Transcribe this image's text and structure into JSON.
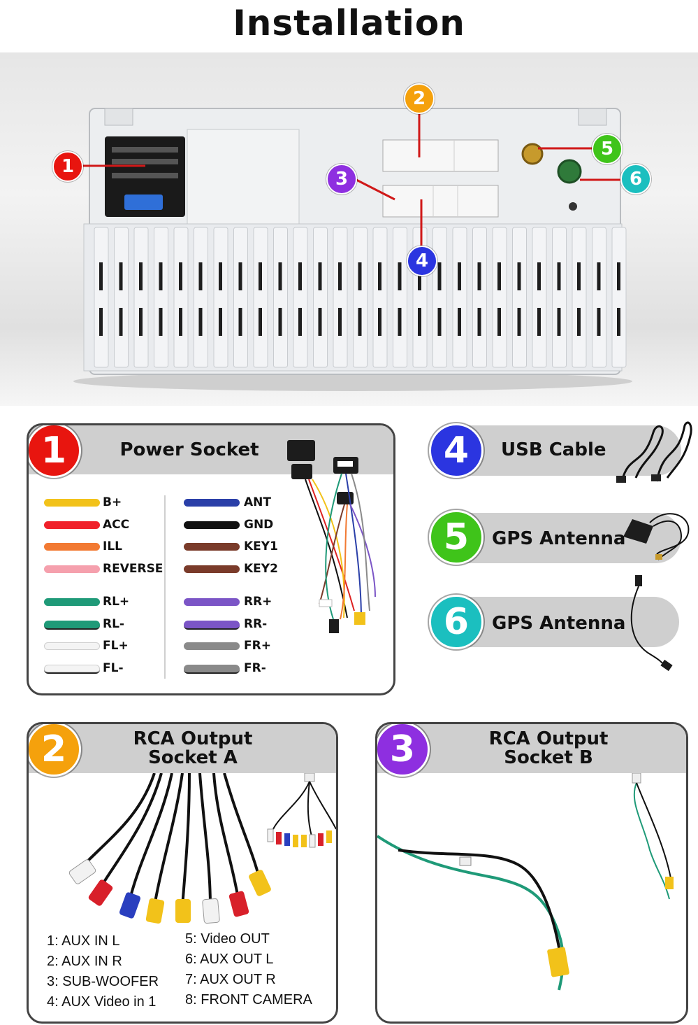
{
  "title": "Installation",
  "callouts": [
    {
      "n": "1",
      "color": "#e8150f"
    },
    {
      "n": "2",
      "color": "#f5a10c"
    },
    {
      "n": "3",
      "color": "#8e2fe0"
    },
    {
      "n": "4",
      "color": "#2b35e0"
    },
    {
      "n": "5",
      "color": "#3fc41a"
    },
    {
      "n": "6",
      "color": "#1bbfbf"
    }
  ],
  "power": {
    "number": "1",
    "title": "Power Socket",
    "left_wires": [
      {
        "label": "B+",
        "color": "#f2c21a"
      },
      {
        "label": "ACC",
        "color": "#f0202a"
      },
      {
        "label": "ILL",
        "color": "#f27a33"
      },
      {
        "label": "REVERSE",
        "color": "#f5a0ad"
      },
      {
        "label": "RL+",
        "color": "#1f9a78"
      },
      {
        "label": "RL-",
        "color": "#1f9a78"
      },
      {
        "label": "FL+",
        "color": "#f4f4f4"
      },
      {
        "label": "FL-",
        "color": "#f4f4f4"
      }
    ],
    "right_wires": [
      {
        "label": "ANT",
        "color": "#2a3fa8"
      },
      {
        "label": "GND",
        "color": "#111111"
      },
      {
        "label": "KEY1",
        "color": "#7a3b2a"
      },
      {
        "label": "KEY2",
        "color": "#7a3b2a"
      },
      {
        "label": "RR+",
        "color": "#7b55c6"
      },
      {
        "label": "RR-",
        "color": "#7b55c6"
      },
      {
        "label": "FR+",
        "color": "#8a8a8a"
      },
      {
        "label": "FR-",
        "color": "#8a8a8a"
      }
    ]
  },
  "usb": {
    "number": "4",
    "label": "USB Cable"
  },
  "gps1": {
    "number": "5",
    "label": "GPS Antenna"
  },
  "gps2": {
    "number": "6",
    "label": "GPS Antenna"
  },
  "rca_a": {
    "number": "2",
    "title_line1": "RCA Output",
    "title_line2": "Socket A",
    "items": [
      "1: AUX IN L",
      "2: AUX IN R",
      "3: SUB-WOOFER",
      "4: AUX Video in 1",
      "5: Video OUT",
      "6: AUX OUT L",
      "7: AUX OUT R",
      "8: FRONT CAMERA"
    ]
  },
  "rca_b": {
    "number": "3",
    "title_line1": "RCA Output",
    "title_line2": "Socket B"
  }
}
